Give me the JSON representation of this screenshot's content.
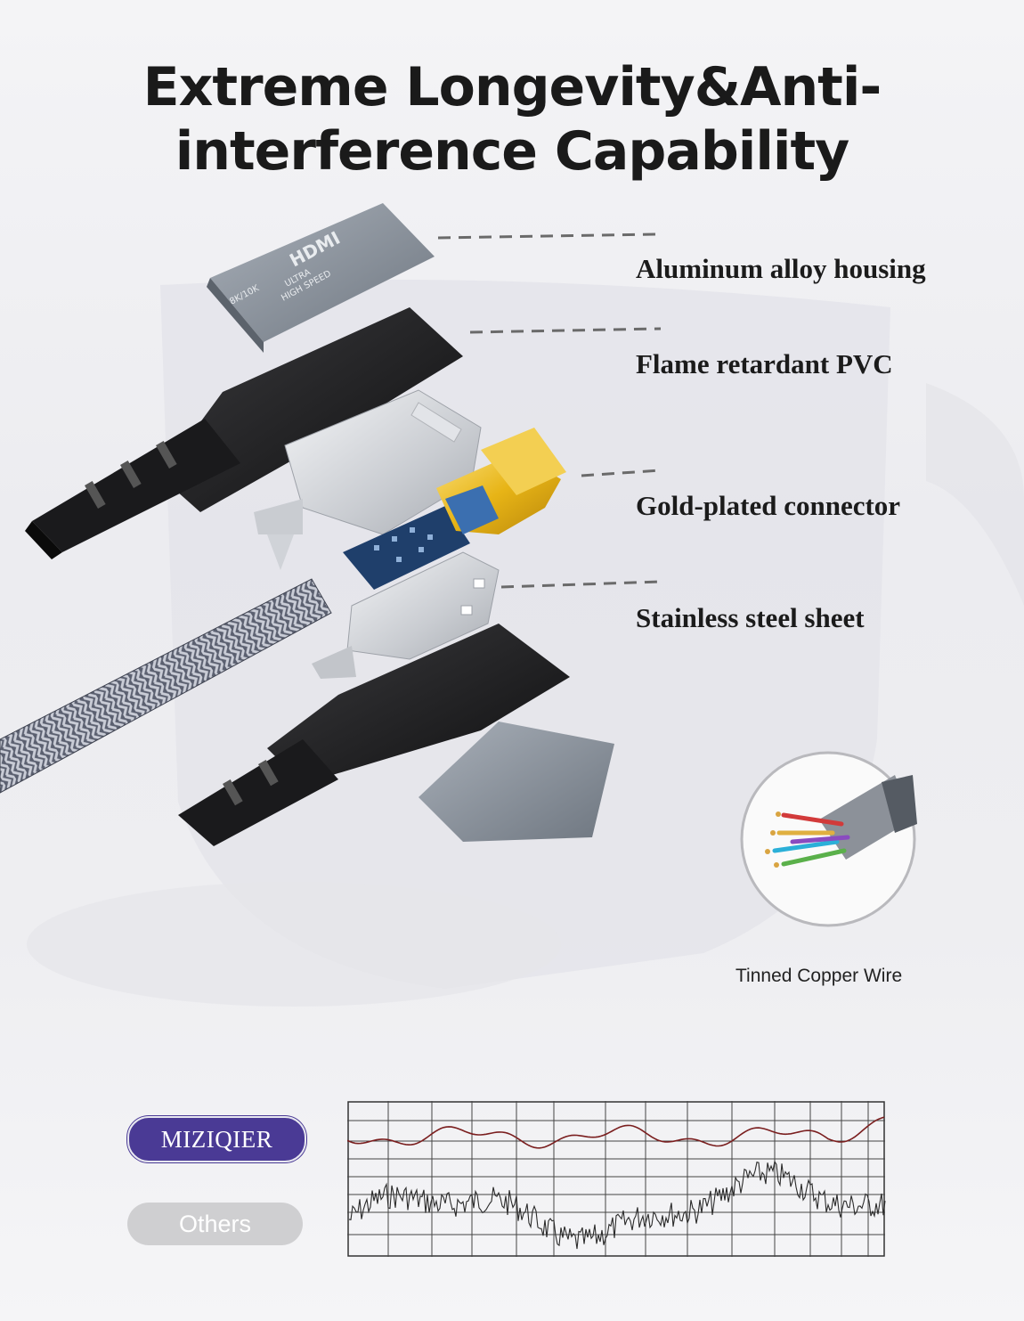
{
  "title": {
    "line1": "Extreme Longevity&Anti-",
    "line2": "interference Capability"
  },
  "callouts": [
    {
      "label": "Aluminum alloy housing"
    },
    {
      "label": "Flame retardant PVC"
    },
    {
      "label": "Gold-plated connector"
    },
    {
      "label": "Stainless steel sheet"
    }
  ],
  "housing_print": {
    "brand": "HDMI",
    "line1": "ULTRA",
    "line2": "HIGH SPEED",
    "line3": "8K/10K"
  },
  "inset": {
    "label": "Tinned Copper Wire"
  },
  "comparison": {
    "brand_label": "MIZIQIER",
    "other_label": "Others"
  },
  "colors": {
    "brand_pill": "#4a3a95",
    "other_pill": "#cfcfd1",
    "smooth_signal": "#7a1e1e",
    "noisy_signal": "#2a2a2a",
    "grid": "#333333",
    "gold": "#e7b416",
    "aluminum": "#8a929c",
    "pvc": "#1c1c1e"
  }
}
